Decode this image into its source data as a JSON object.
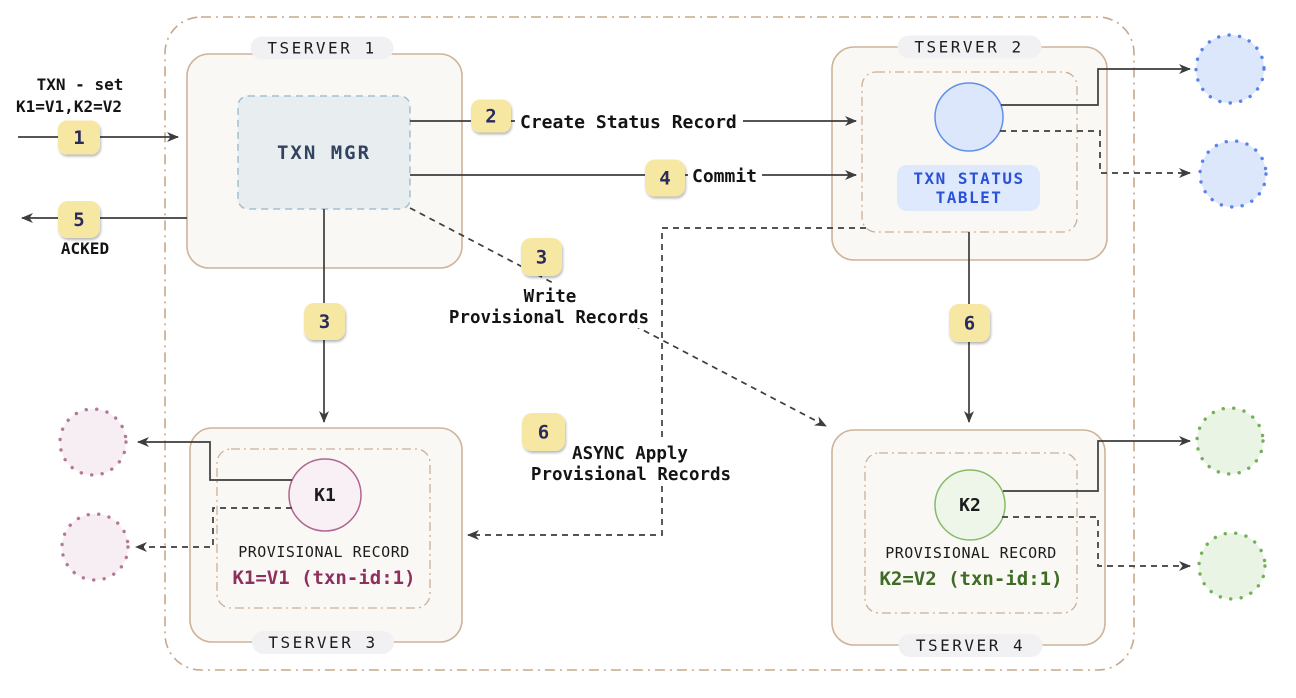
{
  "client": {
    "request_line1": "TXN - set",
    "request_line2": "K1=V1,K2=V2",
    "ack_label": "ACKED"
  },
  "servers": {
    "tserver1": {
      "label": "TSERVER 1",
      "txn_mgr_label": "TXN MGR"
    },
    "tserver2": {
      "label": "TSERVER 2",
      "tablet_line1": "TXN STATUS",
      "tablet_line2": "TABLET"
    },
    "tserver3": {
      "label": "TSERVER 3",
      "key_label": "K1",
      "record_title": "PROVISIONAL RECORD",
      "record_value": "K1=V1 (txn-id:1)"
    },
    "tserver4": {
      "label": "TSERVER 4",
      "key_label": "K2",
      "record_title": "PROVISIONAL RECORD",
      "record_value": "K2=V2 (txn-id:1)"
    }
  },
  "steps": {
    "step1": {
      "number": "1"
    },
    "step2": {
      "number": "2",
      "label": "Create Status Record"
    },
    "step3_vertical": {
      "number": "3"
    },
    "step3_diagonal": {
      "number": "3",
      "label_line1": "Write",
      "label_line2": "Provisional Records"
    },
    "step4": {
      "number": "4",
      "label": "Commit"
    },
    "step5": {
      "number": "5"
    },
    "step6_vertical": {
      "number": "6"
    },
    "step6_async": {
      "number": "6",
      "label_line1": "ASYNC Apply",
      "label_line2": "Provisional Records"
    }
  },
  "colors": {
    "container_border": "#c6a88b",
    "server_fill": "#faf8f5",
    "server_border": "#cdb49a",
    "badge_fill": "#f6e7a2",
    "badge_text": "#2a2a5e",
    "arrow": "#3d3d3d",
    "txn_mgr_fill": "#e8eef0",
    "txn_mgr_border": "#a3bfd2",
    "txn_mgr_text": "#31435f",
    "tablet_fill": "#dfe9fd",
    "tablet_text": "#2a52d8",
    "status_circle_fill": "#dce7fb",
    "status_circle_border": "#6090ea",
    "k1_circle_fill": "#f8f0f5",
    "k1_circle_border": "#b06690",
    "k1_value_text": "#8e2f5e",
    "k2_circle_fill": "#edf6e8",
    "k2_circle_border": "#85bb6a",
    "k2_value_text": "#3e6b25",
    "replica_pink": "#b4789c",
    "replica_blue": "#5b83ea",
    "replica_green": "#74b05a"
  }
}
